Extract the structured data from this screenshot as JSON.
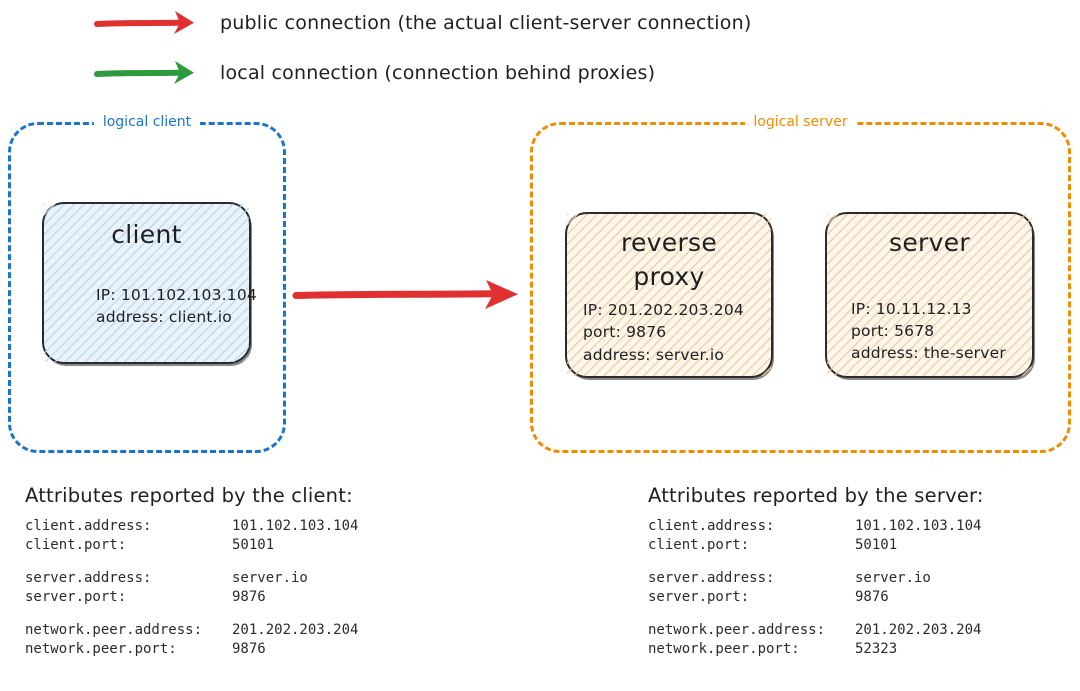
{
  "legend": {
    "items": [
      {
        "icon": "red-arrow-icon",
        "color": "#e03030",
        "label": "public connection (the actual client-server connection)"
      },
      {
        "icon": "green-arrow-icon",
        "color": "#2d9a3e",
        "label": "local connection (connection behind proxies)"
      }
    ]
  },
  "colors": {
    "client_border": "#1a73cc",
    "server_border": "#f08c00",
    "public_arrow": "#e03030",
    "local_arrow": "#2d9a3e",
    "client_fill": "#eaf3fb",
    "client_hatch": "#b8d8f0",
    "server_fill": "#fdf6ec",
    "server_hatch": "#f0ca9a",
    "node_stroke": "#2b2b2b"
  },
  "logical_client": {
    "title": "logical client",
    "node": {
      "title": "client",
      "lines": [
        "IP: 101.102.103.104",
        "address: client.io"
      ]
    }
  },
  "logical_server": {
    "title": "logical server",
    "nodes": [
      {
        "title": "reverse\nproxy",
        "title_line1": "reverse",
        "title_line2": "proxy",
        "lines": [
          "IP: 201.202.203.204",
          "port: 9876",
          "address: server.io"
        ]
      },
      {
        "title": "server",
        "title_line1": "server",
        "title_line2": "",
        "lines": [
          "IP: 10.11.12.13",
          "port: 5678",
          "address: the-server"
        ]
      }
    ]
  },
  "main_arrow": {
    "icon": "red-arrow-icon",
    "color": "#e03030",
    "direction": "left-to-right"
  },
  "attributes_client": {
    "title": "Attributes reported by the client:",
    "groups": [
      [
        {
          "key": "client.address:",
          "value": "101.102.103.104"
        },
        {
          "key": "client.port:",
          "value": "50101"
        }
      ],
      [
        {
          "key": "server.address:",
          "value": "server.io"
        },
        {
          "key": "server.port:",
          "value": "9876"
        }
      ],
      [
        {
          "key": "network.peer.address:",
          "value": "201.202.203.204"
        },
        {
          "key": "network.peer.port:",
          "value": "9876"
        }
      ]
    ]
  },
  "attributes_server": {
    "title": "Attributes reported by the server:",
    "groups": [
      [
        {
          "key": "client.address:",
          "value": "101.102.103.104"
        },
        {
          "key": "client.port:",
          "value": "50101"
        }
      ],
      [
        {
          "key": "server.address:",
          "value": "server.io"
        },
        {
          "key": "server.port:",
          "value": "9876"
        }
      ],
      [
        {
          "key": "network.peer.address:",
          "value": "201.202.203.204"
        },
        {
          "key": "network.peer.port:",
          "value": "52323"
        }
      ]
    ]
  }
}
